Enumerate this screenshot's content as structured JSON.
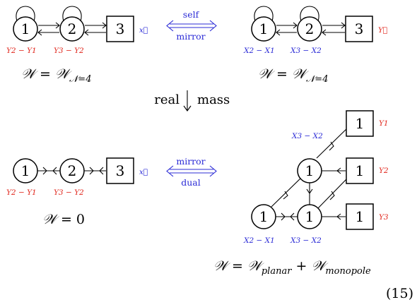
{
  "panels": {
    "top_left": {
      "nodes": [
        "1",
        "2",
        "3"
      ],
      "flavor_label": "x⃗",
      "mass_labels": [
        "Y2 − Y1",
        "Y3 − Y2"
      ],
      "superpotential": {
        "lhs": "𝒲",
        "rhs": "𝒲",
        "sub": "𝒩=4"
      }
    },
    "top_right": {
      "nodes": [
        "1",
        "2",
        "3"
      ],
      "flavor_label": "Y⃗",
      "mass_labels": [
        "X2 − X1",
        "X3 − X2"
      ],
      "superpotential": {
        "lhs": "𝒲",
        "rhs": "𝒲",
        "sub": "𝒩=4"
      }
    },
    "bottom_left": {
      "nodes": [
        "1",
        "2",
        "3"
      ],
      "flavor_label": "x⃗",
      "mass_labels": [
        "Y2 − Y1",
        "Y3 − Y2"
      ],
      "superpotential": {
        "lhs": "𝒲",
        "rhs": "0"
      }
    },
    "bottom_right": {
      "gauge_nodes": [
        "1",
        "1",
        "1"
      ],
      "flavor_nodes": [
        "1",
        "1",
        "1"
      ],
      "flavor_labels": [
        "Y1",
        "Y2",
        "Y3"
      ],
      "mass_labels": [
        "X3 − X2",
        "X2 − X1",
        "X3 − X2"
      ],
      "superpotential": {
        "lhs": "𝒲",
        "term1": "𝒲",
        "sub1": "planar",
        "plus": "+",
        "term2": "𝒲",
        "sub2": "monopole"
      }
    }
  },
  "transitions": {
    "top": {
      "above": "self",
      "below": "mirror"
    },
    "vertical": {
      "left": "real",
      "right": "mass"
    },
    "bottom": {
      "above": "mirror",
      "below": "dual"
    }
  },
  "equation_number": "(15)",
  "colors": {
    "mass_label": "#e0251b",
    "flavor_label": "#2b2bd6",
    "duality_arrow": "#2b2bd6"
  }
}
